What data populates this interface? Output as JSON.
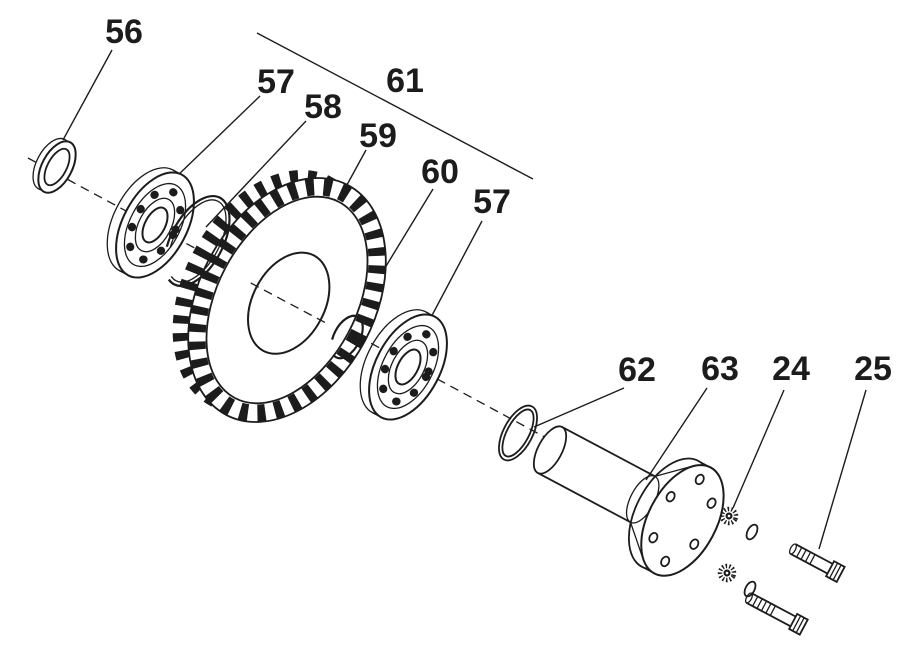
{
  "diagram": {
    "type": "exploded-parts-diagram",
    "background_color": "#ffffff",
    "line_color": "#1c1c1c",
    "callouts": {
      "c56": "56",
      "c57a": "57",
      "c58": "58",
      "c59": "59",
      "c61": "61",
      "c60": "60",
      "c57b": "57",
      "c62": "62",
      "c63": "63",
      "c24": "24",
      "c25": "25"
    }
  }
}
